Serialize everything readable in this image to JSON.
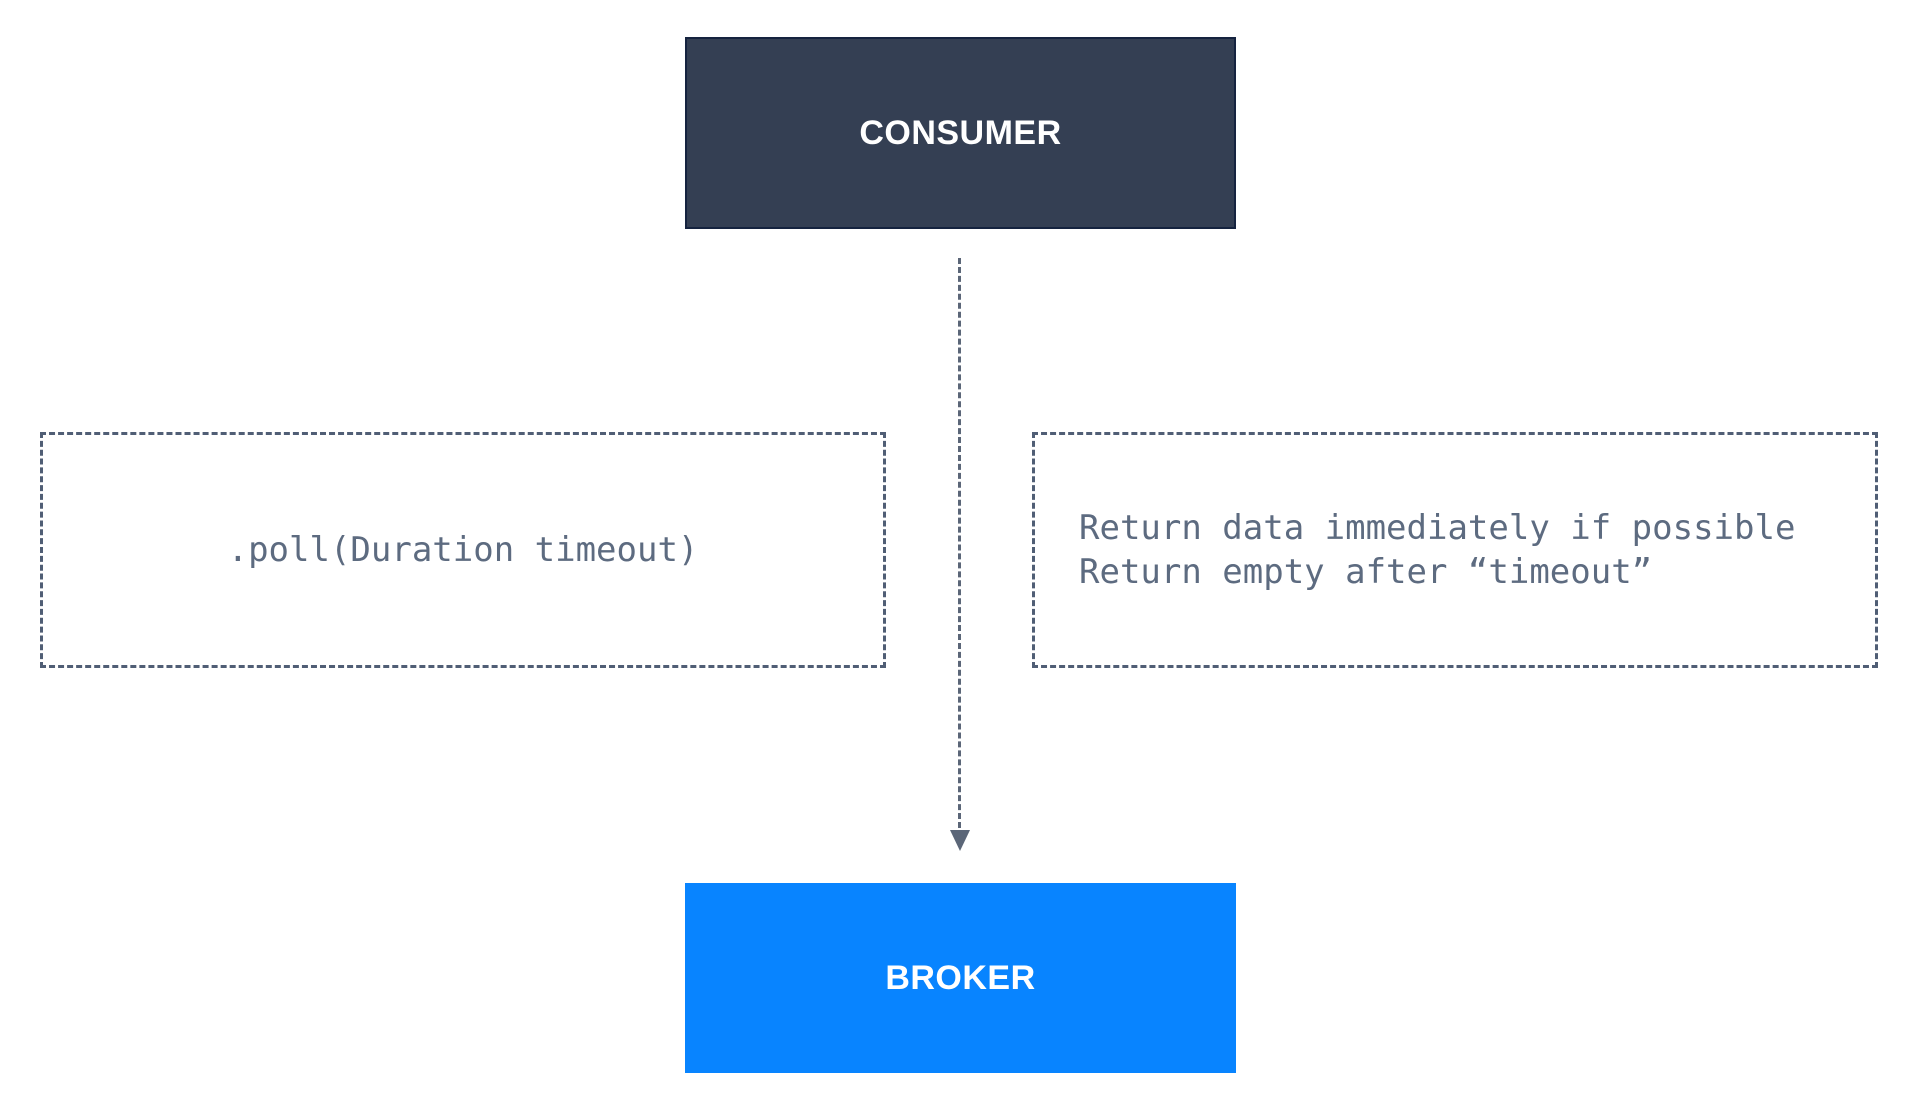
{
  "nodes": {
    "consumer": {
      "label": "CONSUMER",
      "bg": "#343f53",
      "border": "#15233f",
      "text_color": "#ffffff"
    },
    "broker": {
      "label": "BROKER",
      "bg": "#0884ff",
      "text_color": "#ffffff"
    }
  },
  "notes": {
    "left": {
      "text": ".poll(Duration timeout)"
    },
    "right": {
      "lines": [
        "Return data immediately if possible",
        "Return empty after “timeout”"
      ]
    }
  },
  "arrow": {
    "from": "consumer",
    "to": "broker",
    "style": "dashed",
    "direction": "down",
    "color": "#5b6678"
  },
  "colors": {
    "canvas_bg": "#ffffff",
    "dashed_border": "#505e75",
    "note_text": "#5d6b80"
  }
}
